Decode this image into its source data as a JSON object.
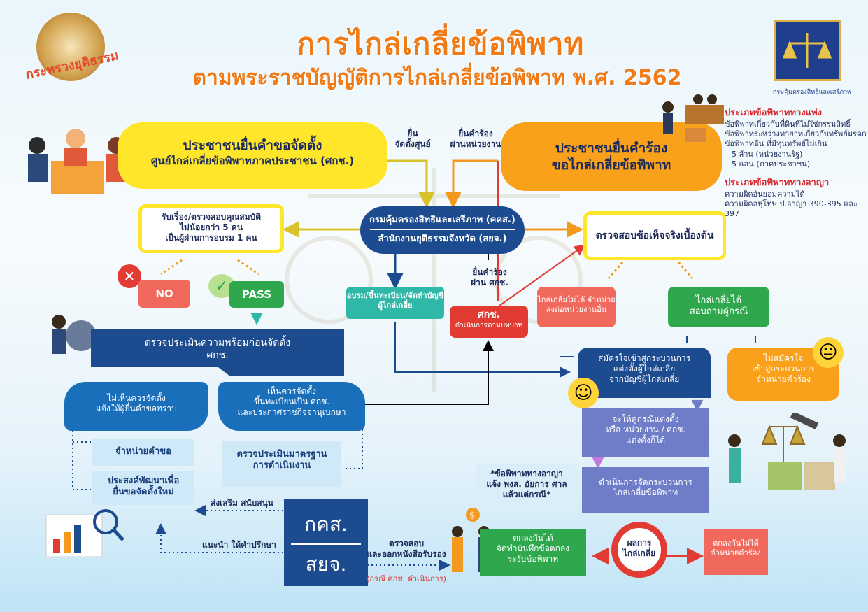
{
  "header": {
    "title": "การไกล่เกลี่ยข้อพิพาท",
    "subtitle": "ตามพระราชบัญญัติการไกล่เกลี่ยข้อพิพาท พ.ศ. 2562",
    "left_logo_text": "กระทรวงยุติธรรม",
    "right_logo_text": "กรมคุ้มครองสิทธิและเสรีภาพ"
  },
  "boxes": {
    "civil_request": [
      "ประชาชนยื่นคำขอจัดตั้ง",
      "ศูนย์ไกล่เกลี่ยข้อพิพาทภาคประชาชน (ศกช.)"
    ],
    "dispute_request": [
      "ประชาชนยื่นคำร้อง",
      "ขอไกล่เกลี่ยข้อพิพาท"
    ],
    "label_submit_center": [
      "ยื่น",
      "จัดตั้งศูนย์"
    ],
    "label_submit_agency": [
      "ยื่นคำร้อง",
      "ผ่านหน่วยงาน"
    ],
    "agency": [
      "กรมคุ้มครองสิทธิและเสรีภาพ (คคส.)",
      "สำนักงานยุติธรรมจังหวัด (สยจ.)"
    ],
    "check_qual": [
      "รับเรื่อง/ตรวจสอบคุณสมบัติ",
      "ไม่น้อยกว่า 5 คน",
      "เป็นผู้ผ่านการอบรม 1 คน"
    ],
    "no": "NO",
    "pass": "PASS",
    "train": [
      "อบรม/ขึ้นทะเบียน/จัดทำบัญชี",
      "ผู้ไกล่เกลี่ย"
    ],
    "label_submit_skch": [
      "ยื่นคำร้อง",
      "ผ่าน ศกช."
    ],
    "skch_action": [
      "ศกช.",
      "ดำเนินการตามบทบาท"
    ],
    "prelim_check": "ตรวจสอบข้อเท็จจริงเบื้องต้น",
    "cannot_mediate": [
      "ไกล่เกลี่ยไม่ได้ จำหน่าย",
      "ส่งต่อหน่วยงานอื่น"
    ],
    "can_mediate": [
      "ไกล่เกลี่ยได้",
      "สอบถามคู่กรณี"
    ],
    "readiness": [
      "ตรวจประเมินความพร้อมก่อนจัดตั้ง",
      "ศกช."
    ],
    "not_suitable": [
      "ไม่เห็นควรจัดตั้ง",
      "แจ้งให้ผู้ยื่นคำขอทราบ"
    ],
    "suitable": [
      "เห็นควรจัดตั้ง",
      "ขึ้นทะเบียนเป็น ศกช.",
      "และประกาศราชกิจจานุเบกษา"
    ],
    "dismiss_request": "จำหน่ายคำขอ",
    "resubmit": [
      "ประสงค์พัฒนาเพื่อ",
      "ยื่นขอจัดตั้งใหม่"
    ],
    "standard_eval": [
      "ตรวจประเมินมาตรฐาน",
      "การดำเนินงาน"
    ],
    "volunteer": [
      "สมัครใจเข้าสู่กระบวนการ",
      "แต่งตั้งผู้ไกล่เกลี่ย",
      "จากบัญชีผู้ไกล่เกลี่ย"
    ],
    "not_volunteer": [
      "ไม่สมัครใจ",
      "เข้าสู่กระบวนการ",
      "จำหน่ายคำร้อง"
    ],
    "appoint": [
      "จะให้คู่กรณีแต่งตั้ง",
      "หรือ  หน่วยงาน / ศกช.",
      "แต่งตั้งก็ได้"
    ],
    "criminal_note": [
      "*ข้อพิพาททางอาญา",
      "แจ้ง พงส. อัยการ ศาล",
      "แล้วแต่กรณี*"
    ],
    "conduct": [
      "ดำเนินการจัดกระบวนการ",
      "ไกล่เกลี่ยข้อพิพาท"
    ],
    "agreed": [
      "ตกลงกันได้",
      "จัดทำบันทึกข้อตกลง",
      "ระงับข้อพิพาท"
    ],
    "result": [
      "ผลการ",
      "ไกล่เกลี่ย"
    ],
    "not_agreed": [
      "ตกลงกันไม่ได้",
      "จำหน่ายคำร้อง"
    ],
    "kks": "กคส.",
    "syj": "สยจ.",
    "label_promote": "ส่งเสริม สนับสนุน",
    "label_advise": "แนะนำ ให้คำปรึกษา",
    "label_inspect": [
      "ตรวจสอบ",
      "และออกหนังสือรับรอง"
    ],
    "label_case": "(กรณี ศกช. ดำเนินการ)"
  },
  "side": {
    "civil_title": "ประเภทข้อพิพาททางแพ่ง",
    "civil_items": [
      "ข้อพิพาทเกี่ยวกับที่ดินที่ไม่ใช่กรรมสิทธิ์",
      "ข้อพิพาทระหว่างทายาทเกี่ยวกับทรัพย์มรดก",
      "ข้อพิพาทอื่น ที่มีทุนทรัพย์ไม่เกิน",
      "5 ล้าน (หน่วยงานรัฐ)",
      "5 แสน (ภาคประชาชน)"
    ],
    "criminal_title": "ประเภทข้อพิพาททางอาญา",
    "criminal_items": [
      "ความผิดอันยอมความได้",
      "ความผิดลหุโทษ ป.อาญา 390-395 และ 397"
    ]
  },
  "colors": {
    "title": "#f07a16",
    "yellow": "#ffe62b",
    "orange": "#f9a11b",
    "navy": "#1d4b8f",
    "red": "#e13b33",
    "green": "#2fa84d"
  }
}
